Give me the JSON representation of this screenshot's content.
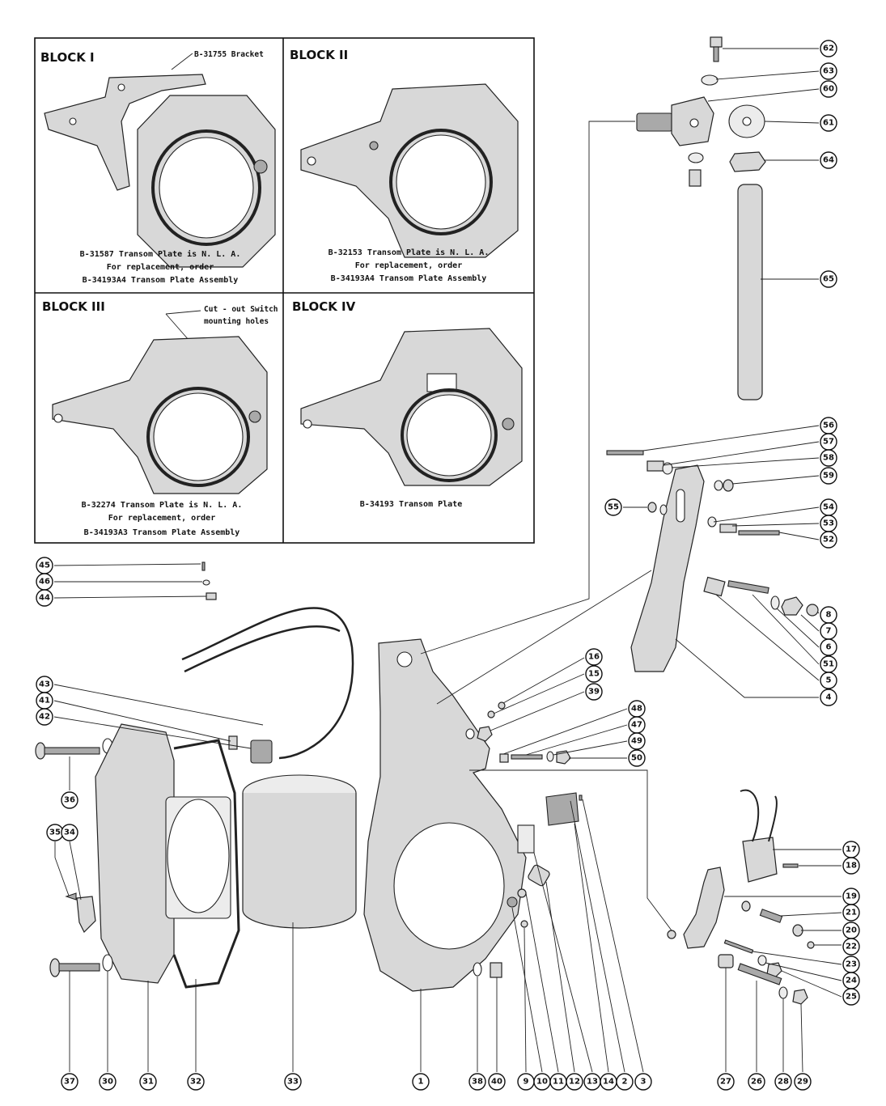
{
  "blocks": [
    {
      "title": "BLOCK  I",
      "note": "B-31755 Bracket",
      "caption": [
        "B-31587 Transom Plate is N. L. A.",
        "For replacement, order",
        "B-34193A4 Transom Plate Assembly"
      ]
    },
    {
      "title": "BLOCK  II",
      "note": "",
      "caption": [
        "B-32153 Transom Plate is N. L. A.",
        "For replacement, order",
        "B-34193A4 Transom Plate Assembly"
      ]
    },
    {
      "title": "BLOCK  III",
      "note_lines": [
        "Cut - out Switch",
        "mounting holes"
      ],
      "caption": [
        "B-32274 Transom Plate is N. L. A.",
        "For replacement, order",
        "B-34193A3 Transom Plate Assembly"
      ]
    },
    {
      "title": "BLOCK  IV",
      "note": "",
      "caption": [
        "B-34193 Transom Plate"
      ]
    }
  ],
  "callouts": [
    "62",
    "63",
    "60",
    "61",
    "64",
    "65",
    "56",
    "57",
    "58",
    "59",
    "55",
    "54",
    "53",
    "52",
    "8",
    "7",
    "6",
    "51",
    "5",
    "4",
    "16",
    "15",
    "39",
    "48",
    "47",
    "49",
    "50",
    "45",
    "46",
    "44",
    "43",
    "41",
    "42",
    "36",
    "35",
    "34",
    "17",
    "18",
    "19",
    "21",
    "20",
    "22",
    "23",
    "24",
    "25",
    "37",
    "30",
    "31",
    "32",
    "33",
    "1",
    "38",
    "40",
    "9",
    "10",
    "11",
    "12",
    "13",
    "14",
    "2",
    "3",
    "27",
    "26",
    "28",
    "29"
  ]
}
